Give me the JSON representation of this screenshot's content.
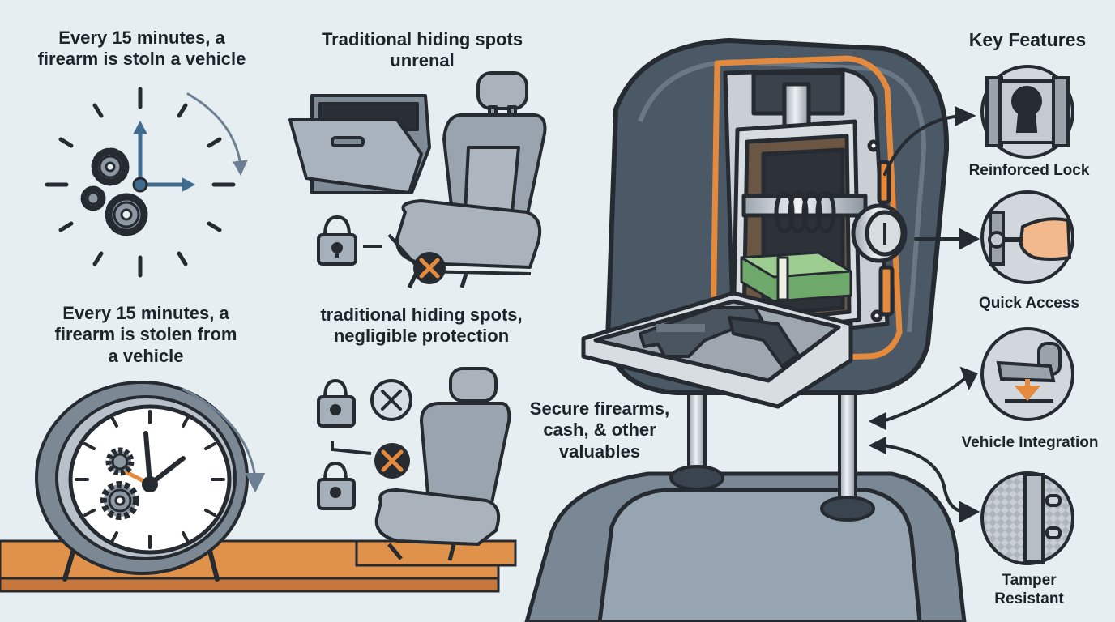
{
  "left_panel": {
    "stat_top": "Every 15 minutes, a\nfirearm is stoln a vehicle",
    "stat_bottom": "Every 15 minutes, a\nfirearm is stolen from\na vehicle"
  },
  "middle_panel": {
    "title_top": "Traditional hiding spots\nunrenal",
    "title_bottom": "traditional hiding spots,\nnegligible protection",
    "secure_caption": "Secure firearms,\ncash, & other\nvaluables"
  },
  "features": {
    "heading": "Key Features",
    "items": [
      {
        "label": "Reinforced Lock",
        "icon": "keyhole-icon"
      },
      {
        "label": "Quick Access",
        "icon": "key-in-hand-icon"
      },
      {
        "label": "Vehicle Integration",
        "icon": "seat-mount-icon"
      },
      {
        "label": "Tamper\nResistant",
        "icon": "steel-plate-icon"
      }
    ]
  },
  "colors": {
    "background": "#e6eef2",
    "accent_orange": "#e58a3d",
    "seat_dark": "#4b5866",
    "seat_mid": "#7d8a97",
    "outline": "#262b31",
    "money_green": "#6fa86b"
  }
}
